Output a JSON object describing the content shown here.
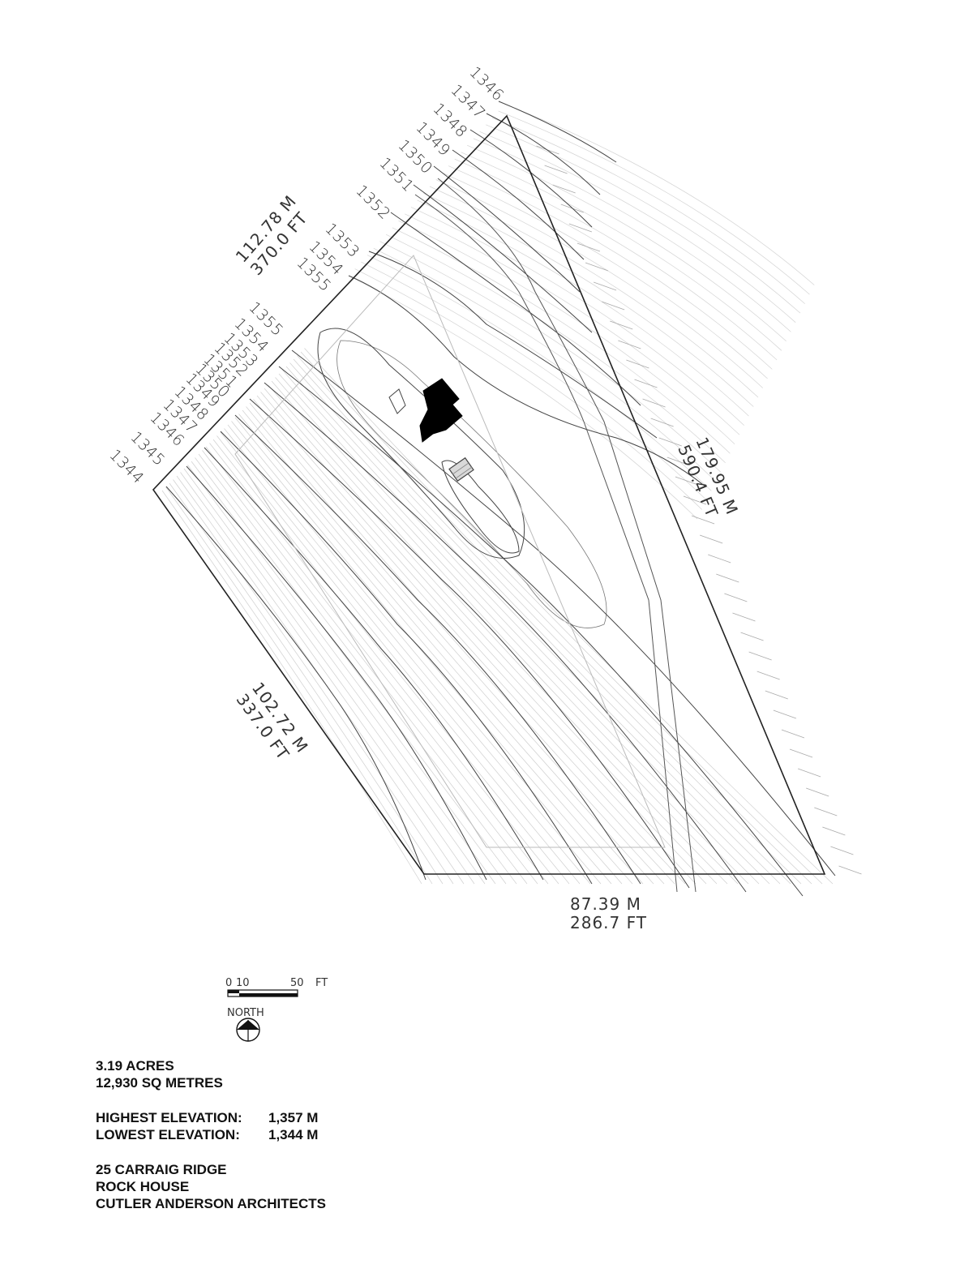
{
  "contour_labels": {
    "north_east": [
      "1346",
      "1347",
      "1348",
      "1349",
      "1350",
      "1351",
      "1352",
      "1353",
      "1354",
      "1355"
    ],
    "south_west": [
      "1355",
      "1354",
      "1353",
      "1352",
      "1351",
      "1350",
      "1349",
      "1348",
      "1347",
      "1346",
      "1345",
      "1344"
    ]
  },
  "dimensions": {
    "north_west": [
      "112.78 M",
      "370.0 FT"
    ],
    "east": [
      "179.95 M",
      "590.4 FT"
    ],
    "south_west": [
      "102.72 M",
      "337.0 FT"
    ],
    "south": [
      "87.39 M",
      "286.7 FT"
    ]
  },
  "scale_bar": {
    "tick_zero": "0",
    "tick_ten": "10",
    "tick_fifty": "50",
    "unit": "FT"
  },
  "north_arrow": {
    "label": "NORTH"
  },
  "site_info": {
    "acres": "3.19 ACRES",
    "area": "12,930 SQ METRES",
    "highest_label": "HIGHEST ELEVATION:",
    "highest_value": "1,357 M",
    "lowest_label": "LOWEST ELEVATION:",
    "lowest_value": "1,344 M",
    "address": "25 CARRAIG RIDGE",
    "project": "ROCK HOUSE",
    "architect": "CUTLER ANDERSON ARCHITECTS"
  }
}
